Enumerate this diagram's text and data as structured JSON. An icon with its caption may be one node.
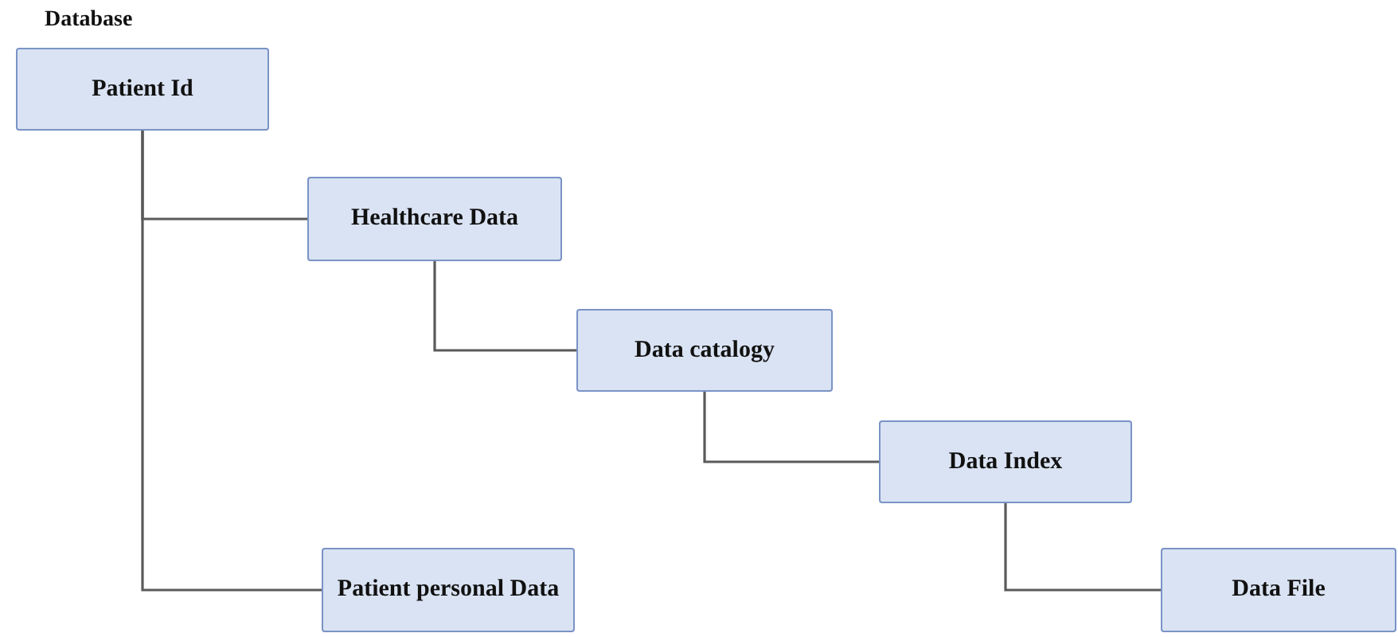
{
  "diagram": {
    "title": "Database",
    "nodes": [
      {
        "text": [
          "Patient Id"
        ]
      },
      {
        "text": [
          "Healthcare Data"
        ]
      },
      {
        "text": [
          "Data catalogy"
        ]
      },
      {
        "text": [
          "Data Index"
        ]
      },
      {
        "text": [
          "Data File"
        ]
      },
      {
        "text": [
          "Patient personal Data"
        ]
      }
    ],
    "edges": [
      {
        "from": 0,
        "to": 1,
        "arrow": "none"
      },
      {
        "from": 0,
        "to": 5,
        "arrow": "none"
      },
      {
        "from": 1,
        "to": 2,
        "arrow": "none"
      },
      {
        "from": 2,
        "to": 3,
        "arrow": "none"
      },
      {
        "from": 3,
        "to": 4,
        "arrow": "none"
      }
    ]
  }
}
